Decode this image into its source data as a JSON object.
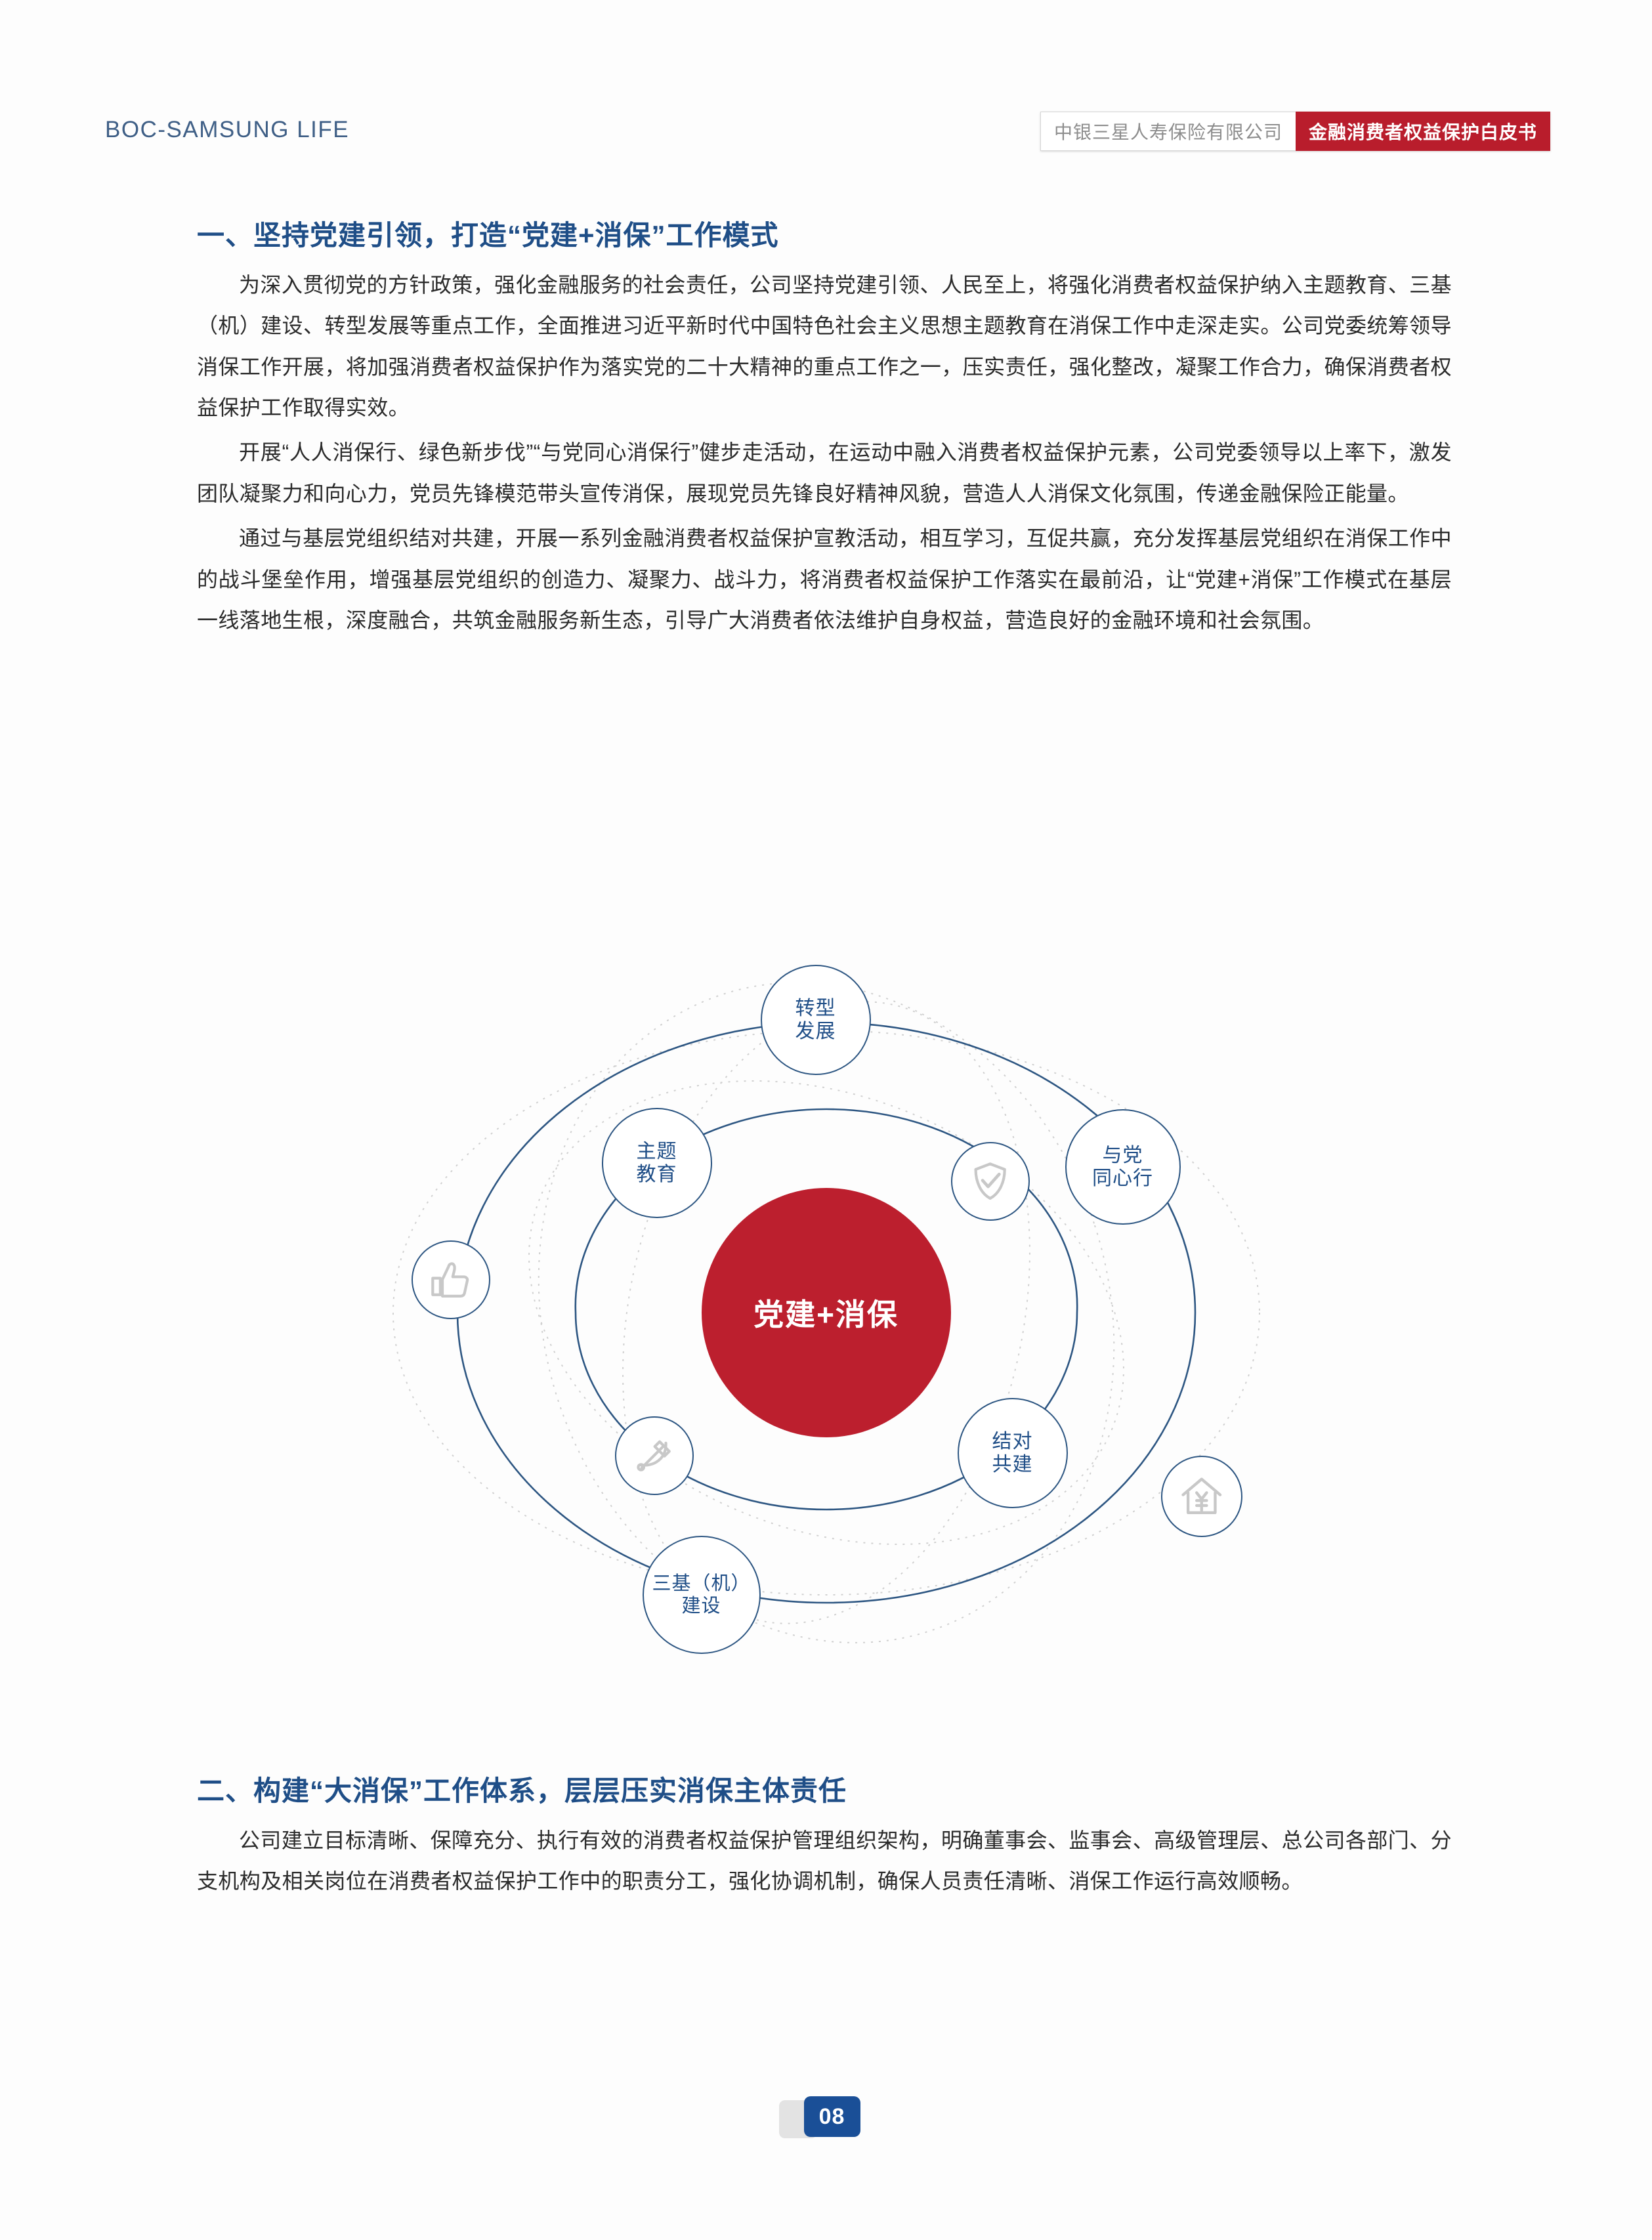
{
  "header": {
    "logo_text": "BOC-SAMSUNG LIFE",
    "company_badge": "中银三星人寿保险有限公司",
    "title_badge": "金融消费者权益保护白皮书",
    "badge_red": "#b91d2c"
  },
  "sections": [
    {
      "heading": "一、坚持党建引领，打造“党建+消保”工作模式",
      "paragraphs": [
        "为深入贯彻党的方针政策，强化金融服务的社会责任，公司坚持党建引领、人民至上，将强化消费者权益保护纳入主题教育、三基（机）建设、转型发展等重点工作，全面推进习近平新时代中国特色社会主义思想主题教育在消保工作中走深走实。公司党委统筹领导消保工作开展，将加强消费者权益保护作为落实党的二十大精神的重点工作之一，压实责任，强化整改，凝聚工作合力，确保消费者权益保护工作取得实效。",
        "开展“人人消保行、绿色新步伐”“与党同心消保行”健步走活动，在运动中融入消费者权益保护元素，公司党委领导以上率下，激发团队凝聚力和向心力，党员先锋模范带头宣传消保，展现党员先锋良好精神风貌，营造人人消保文化氛围，传递金融保险正能量。",
        "通过与基层党组织结对共建，开展一系列金融消费者权益保护宣教活动，相互学习，互促共赢，充分发挥基层党组织在消保工作中的战斗堡垒作用，增强基层党组织的创造力、凝聚力、战斗力，将消费者权益保护工作落实在最前沿，让“党建+消保”工作模式在基层一线落地生根，深度融合，共筑金融服务新生态，引导广大消费者依法维护自身权益，营造良好的金融环境和社会氛围。"
      ]
    },
    {
      "heading": "二、构建“大消保”工作体系，层层压实消保主体责任",
      "paragraphs": [
        "公司建立目标清晰、保障充分、执行有效的消费者权益保护管理组织架构，明确董事会、监事会、高级管理层、总公司各部门、分支机构及相关岗位在消费者权益保护工作中的职责分工，强化协调机制，确保人员责任清晰、消保工作运行高效顺畅。"
      ]
    }
  ],
  "diagram": {
    "center_label": "党建+消保",
    "center_color": "#bc1f2e",
    "outline_color": "#2d5682",
    "label_color": "#1f4e87",
    "text_nodes": [
      {
        "id": "transform",
        "lines": [
          "转型",
          "发展"
        ]
      },
      {
        "id": "theme-education",
        "lines": [
          "主题",
          "教育"
        ]
      },
      {
        "id": "with-party",
        "lines": [
          "与党",
          "同心行"
        ]
      },
      {
        "id": "pair-build",
        "lines": [
          "结对",
          "共建"
        ]
      },
      {
        "id": "three-base",
        "lines": [
          "三基（机）",
          "建设"
        ]
      }
    ],
    "icon_nodes": [
      {
        "id": "shield-check",
        "icon": "shield-check-icon"
      },
      {
        "id": "thumbs-up",
        "icon": "thumbs-up-icon"
      },
      {
        "id": "hammer-sickle",
        "icon": "hammer-sickle-icon"
      },
      {
        "id": "house-yuan",
        "icon": "house-yuan-icon"
      }
    ]
  },
  "footer": {
    "page_number": "08",
    "page_badge_color": "#1a4f97"
  }
}
